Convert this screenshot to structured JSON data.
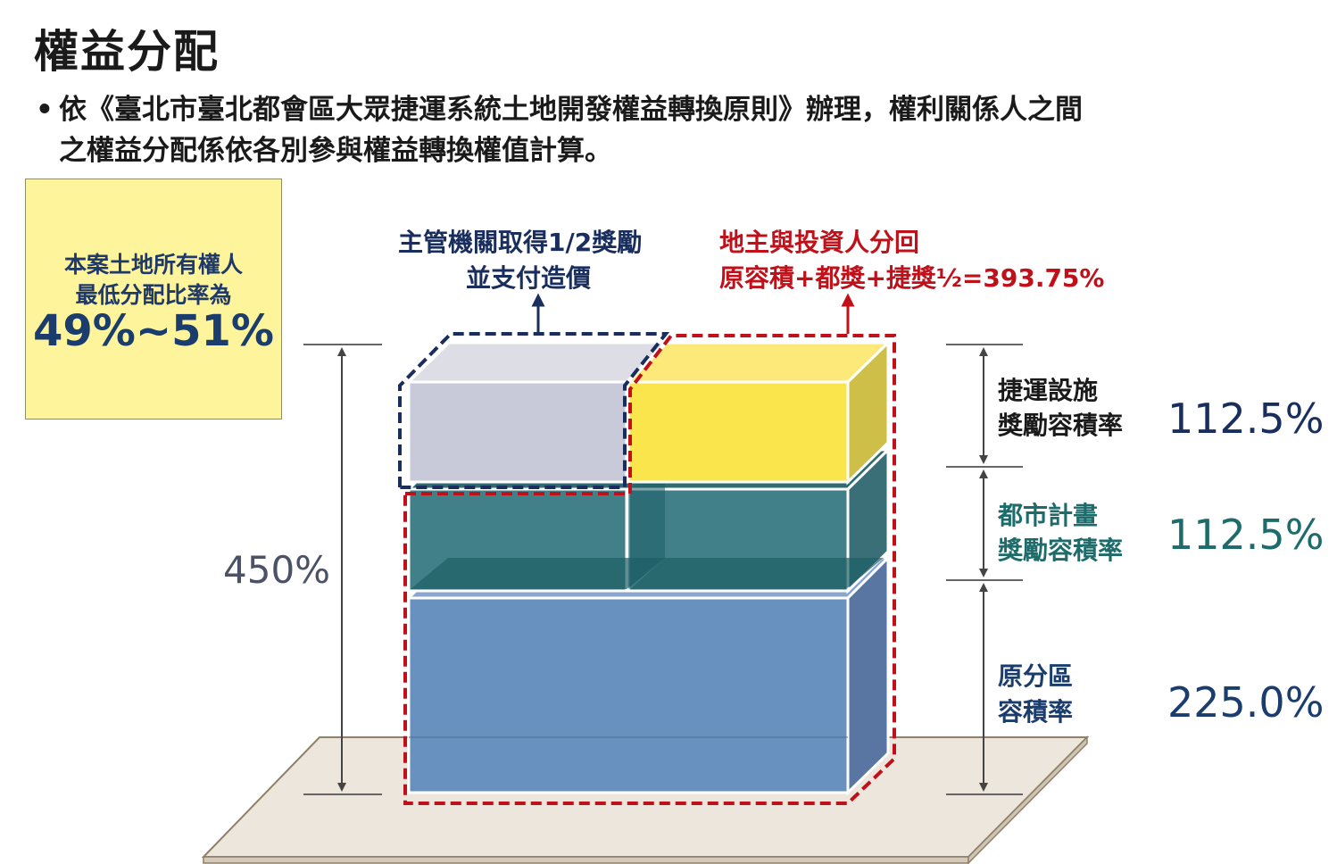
{
  "title": "權益分配",
  "bullet": {
    "dot": "•",
    "line1": "依《臺北市臺北都會區大眾捷運系統土地開發權益轉換原則》辦理，權利關係人之間",
    "line2": "之權益分配係依各別參與權益轉換權值計算。"
  },
  "note": {
    "line1": "本案土地所有權人",
    "line2": "最低分配比率為",
    "line3": "49%~51%"
  },
  "total_label": "450%",
  "callouts": {
    "authority": {
      "line1": "主管機關取得1/2獎勵",
      "line2": "並支付造價"
    },
    "owner": {
      "line1": "地主與投資人分回",
      "line2": "原容積+都獎+捷獎½=393.75%"
    }
  },
  "layers": [
    {
      "name_line1": "捷運設施",
      "name_line2": "獎勵容積率",
      "value": "112.5%"
    },
    {
      "name_line1": "都市計畫",
      "name_line2": "獎勵容積率",
      "value": "112.5%"
    },
    {
      "name_line1": "原分區",
      "name_line2": "容積率",
      "value": "225.0%"
    }
  ],
  "colors": {
    "authority": "#1a2e5e",
    "owner": "#c0101a",
    "mrt_value": "#1a2e5e",
    "urban_value": "#1d6b6b",
    "base_value": "#1a3d6e",
    "note_text": "#1f3a6a"
  }
}
